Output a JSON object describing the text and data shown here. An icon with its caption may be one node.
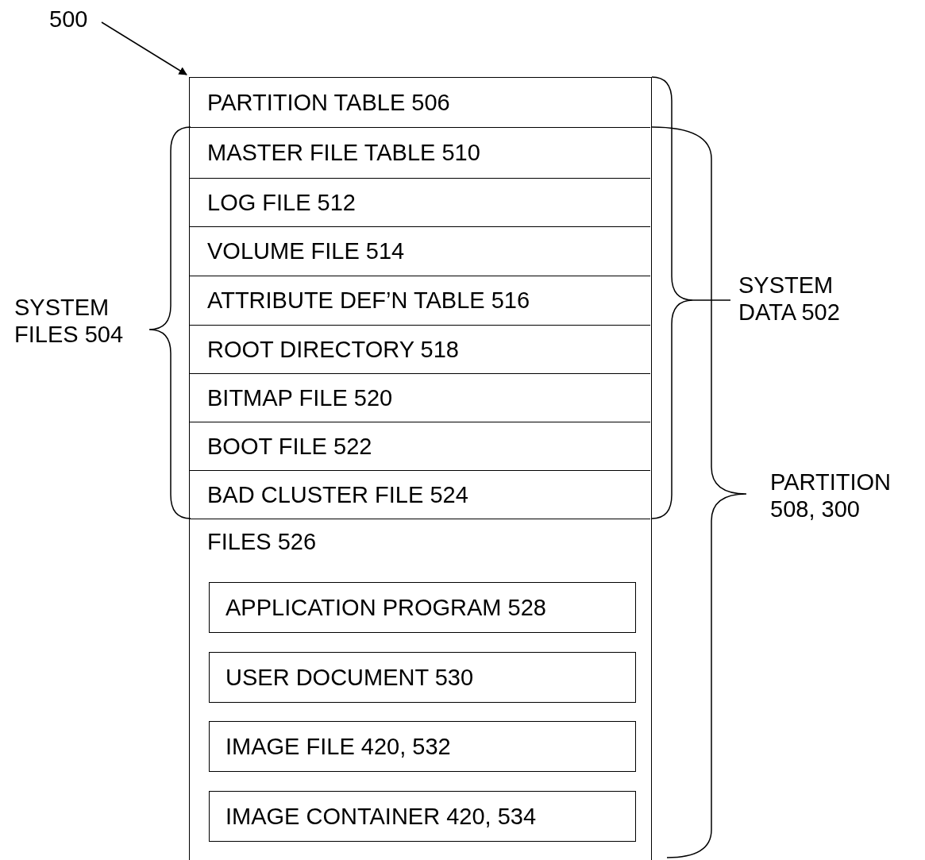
{
  "diagram": {
    "nodes": [
      {
        "text": [
          "500"
        ]
      },
      {
        "text": [],
        "shape": "box"
      },
      {
        "text": [
          "PARTITION TABLE 506"
        ],
        "in": 1
      },
      {
        "text": [
          "MASTER FILE TABLE 510"
        ],
        "in": 1
      },
      {
        "text": [
          "LOG FILE 512"
        ],
        "in": 1
      },
      {
        "text": [
          "VOLUME FILE 514"
        ],
        "in": 1
      },
      {
        "text": [
          "ATTRIBUTE DEF’N TABLE 516"
        ],
        "in": 1
      },
      {
        "text": [
          "ROOT DIRECTORY 518"
        ],
        "in": 1
      },
      {
        "text": [
          "BITMAP FILE 520"
        ],
        "in": 1
      },
      {
        "text": [
          "BOOT FILE 522"
        ],
        "in": 1
      },
      {
        "text": [
          "BAD CLUSTER FILE 524"
        ],
        "in": 1
      },
      {
        "text": [
          "FILES 526"
        ],
        "in": 1
      },
      {
        "text": [
          "APPLICATION PROGRAM 528"
        ],
        "in": 11
      },
      {
        "text": [
          "USER DOCUMENT 530"
        ],
        "in": 11
      },
      {
        "text": [
          "IMAGE FILE 420, 532"
        ],
        "in": 11
      },
      {
        "text": [
          "IMAGE CONTAINER 420, 534"
        ],
        "in": 11
      }
    ],
    "edges": [
      {
        "from": 0,
        "to": 1,
        "arrow": "to"
      }
    ],
    "labels": [
      "SYSTEM FILES 504",
      "SYSTEM DATA 502",
      "PARTITION 508, 300"
    ]
  }
}
